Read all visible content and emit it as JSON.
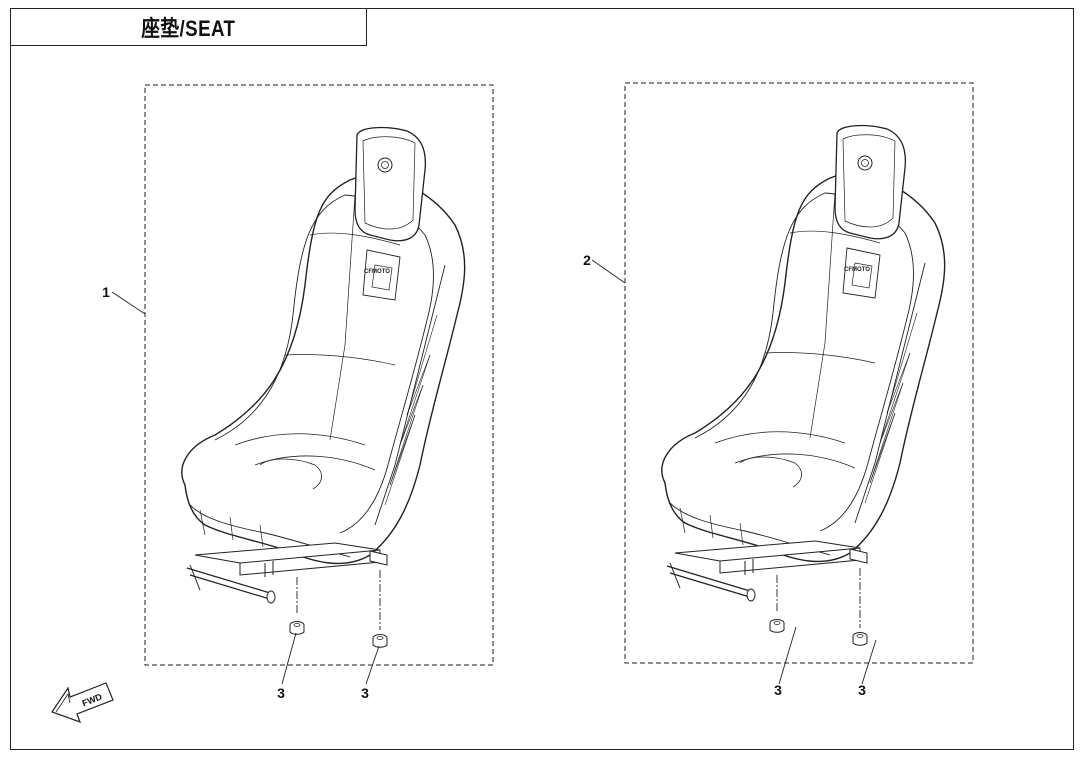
{
  "header": {
    "title": "座垫/SEAT"
  },
  "callouts": {
    "left_seat": "1",
    "right_seat": "2",
    "nut_left_a": "3",
    "nut_left_b": "3",
    "nut_right_a": "3",
    "nut_right_b": "3"
  },
  "fwd_indicator": {
    "label": "FWD"
  },
  "brand_logo": {
    "text": "CFMOTO"
  },
  "colors": {
    "line": "#222222",
    "background": "#ffffff"
  }
}
